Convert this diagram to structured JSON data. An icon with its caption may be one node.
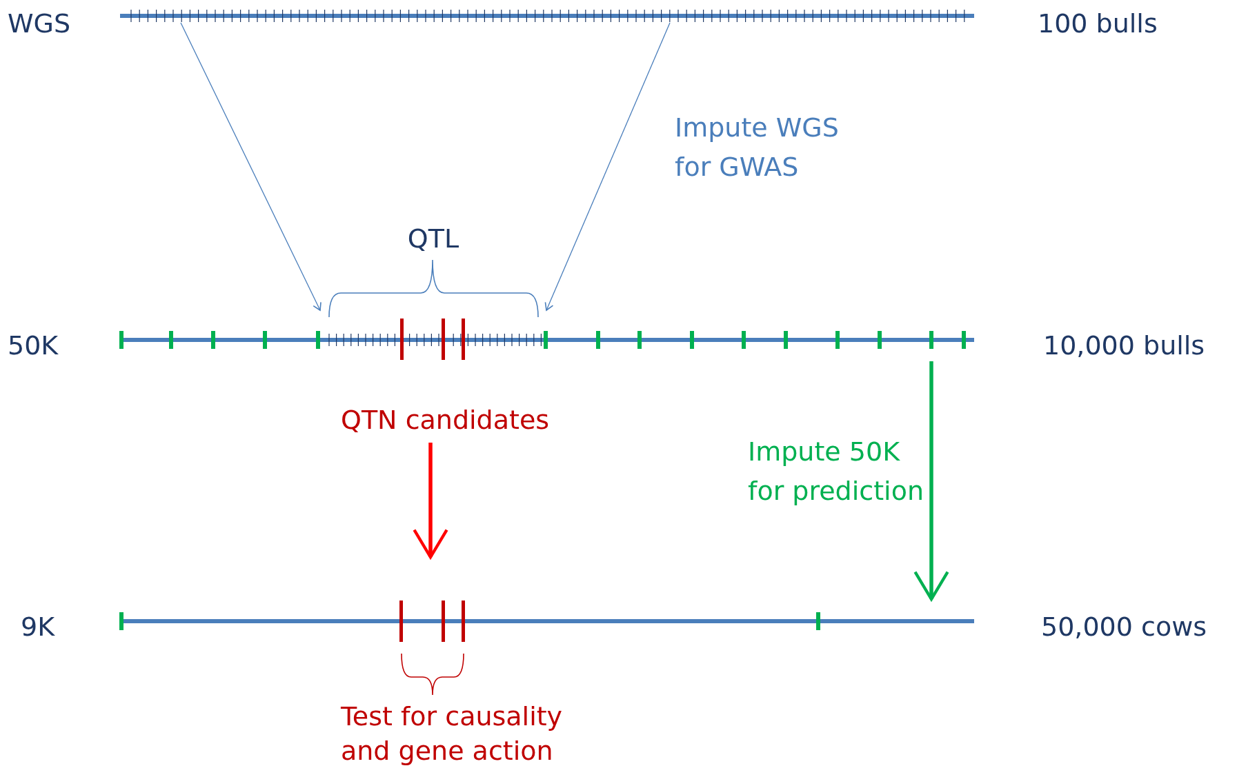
{
  "diagram": {
    "nodes": [
      {
        "text": [
          "WGS"
        ],
        "beside": [
          "100 bulls"
        ]
      },
      {
        "text": [
          "50K"
        ],
        "beside": [
          "10,000 bulls"
        ]
      },
      {
        "text": [
          "9K"
        ],
        "beside": [
          "50,000 cows"
        ]
      },
      {
        "text": [
          "QTL"
        ]
      },
      {
        "text": [
          "QTN candidates"
        ]
      }
    ],
    "edges": [
      {
        "from": 0,
        "to": 3,
        "arrow": "to",
        "color": "#4a7ebb"
      },
      {
        "from": 0,
        "to": 3,
        "arrow": "to",
        "color": "#4a7ebb"
      },
      {
        "from": 4,
        "to": null,
        "arrow": "to",
        "style": "thick",
        "color": "#ff0000"
      },
      {
        "from": 1,
        "to": 2,
        "arrow": "to",
        "style": "thick",
        "color": "#00b050"
      }
    ],
    "labels": [
      "Impute WGS for GWAS",
      "Impute 50K for prediction",
      "Test for causality and gene action"
    ]
  }
}
